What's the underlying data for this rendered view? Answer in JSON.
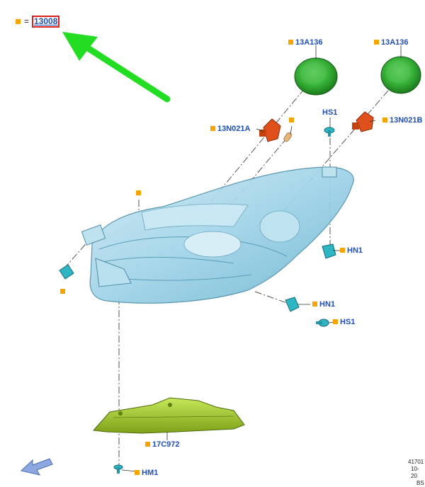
{
  "legend": {
    "equals": "=",
    "part_number": "13008",
    "marker_color": "#f5a400"
  },
  "labels": {
    "cap_left": "13A136",
    "cap_right": "13A136",
    "bulb_left": "13N021A",
    "bulb_right": "13N021B",
    "screw_top": "HS1",
    "nut_right": "HN1",
    "nut_lower": "HN1",
    "screw_lower": "HS1",
    "bracket": "17C972",
    "bottom_screw": "HM1"
  },
  "reference": {
    "line1": "41701",
    "line2": "10-20",
    "line3": "BS"
  },
  "colors": {
    "label_text": "#1f4fb5",
    "highlight_border": "#e0201c",
    "arrow": "#22dd22",
    "cap": "#3cb83c",
    "bulb": "#e0501c",
    "fastener": "#2fb6c4",
    "bracket": "#a8d22c",
    "housing": "#9fd3e8"
  }
}
